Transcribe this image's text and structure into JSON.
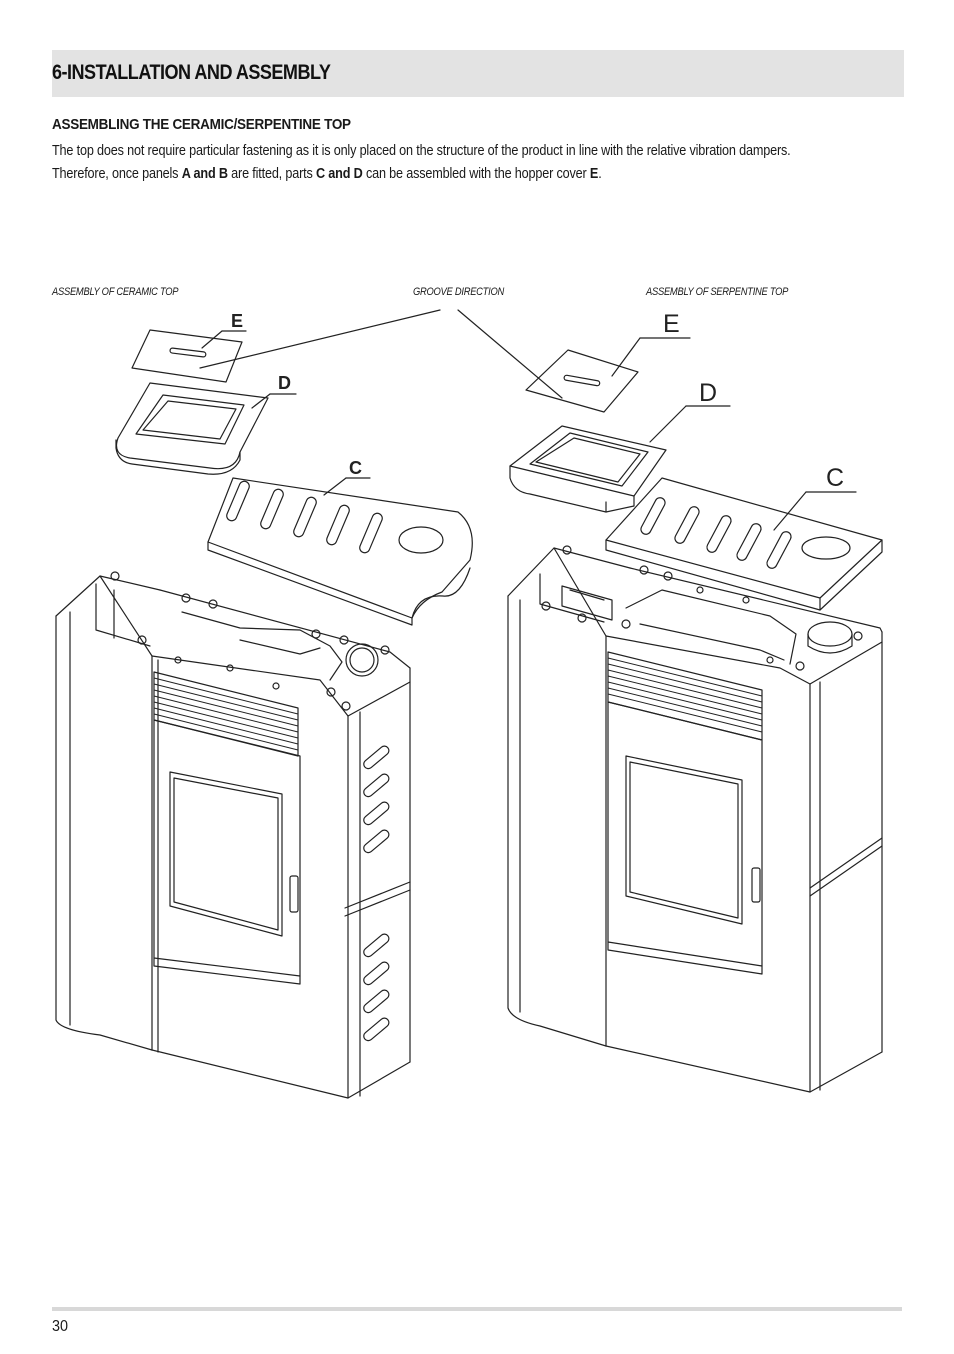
{
  "header": {
    "title": "6-INSTALLATION AND ASSEMBLY"
  },
  "section": {
    "title": "ASSEMBLING THE CERAMIC/SERPENTINE TOP",
    "line1": "The top does not require particular fastening as it is only placed on the structure of the product in line with the relative vibration dampers.",
    "line2_a": "Therefore, once panels ",
    "line2_b": "A and B",
    "line2_c": " are fitted, parts ",
    "line2_d": "C and D",
    "line2_e": " can be assembled with the hopper cover ",
    "line2_f": "E",
    "line2_g": "."
  },
  "figure": {
    "caption_left": "ASSEMBLY OF CERAMIC TOP",
    "caption_center": "GROOVE DIRECTION",
    "caption_right": "ASSEMBLY OF SERPENTINE TOP",
    "left_labels": {
      "e": "E",
      "d": "D",
      "c": "C"
    },
    "right_labels": {
      "e": "E",
      "d": "D",
      "c": "C"
    }
  },
  "footer": {
    "page_number": "30"
  }
}
